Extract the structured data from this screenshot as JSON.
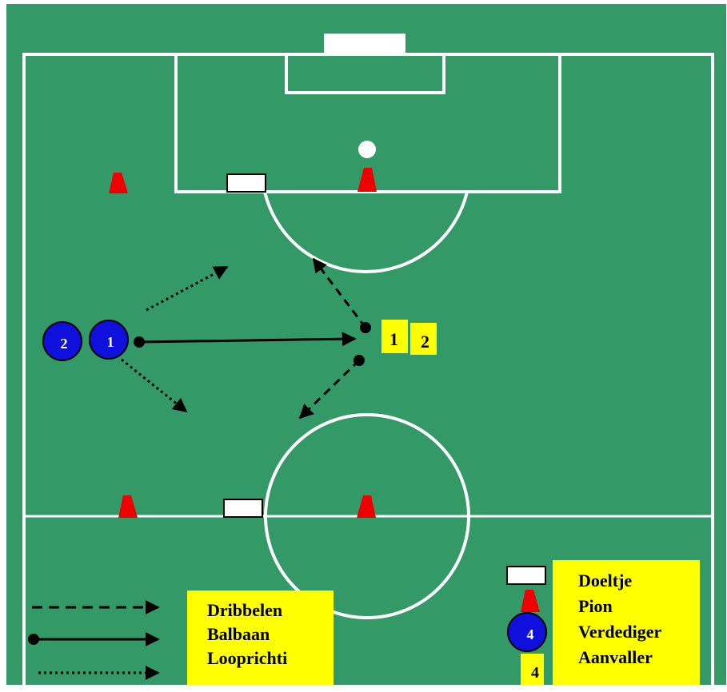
{
  "colors": {
    "field": "#339966",
    "lines": "#ffffff",
    "cone": "#ee0000",
    "defender": "#1010dd",
    "attacker_label": "#ffff00"
  },
  "players": {
    "defenders": [
      "2",
      "1"
    ],
    "attackers": [
      "1",
      "2"
    ]
  },
  "legend_left": {
    "items": [
      "Dribbelen",
      "Balbaan",
      "Looprichti"
    ],
    "arrow_icons": [
      "dashed-arrow-icon",
      "solid-ball-arrow-icon",
      "dotted-arrow-icon"
    ]
  },
  "legend_right": {
    "items": [
      "Doeltje",
      "Pion",
      "Verdediger",
      "Aanvaller"
    ],
    "defender_number": "4",
    "attacker_number": "4"
  }
}
